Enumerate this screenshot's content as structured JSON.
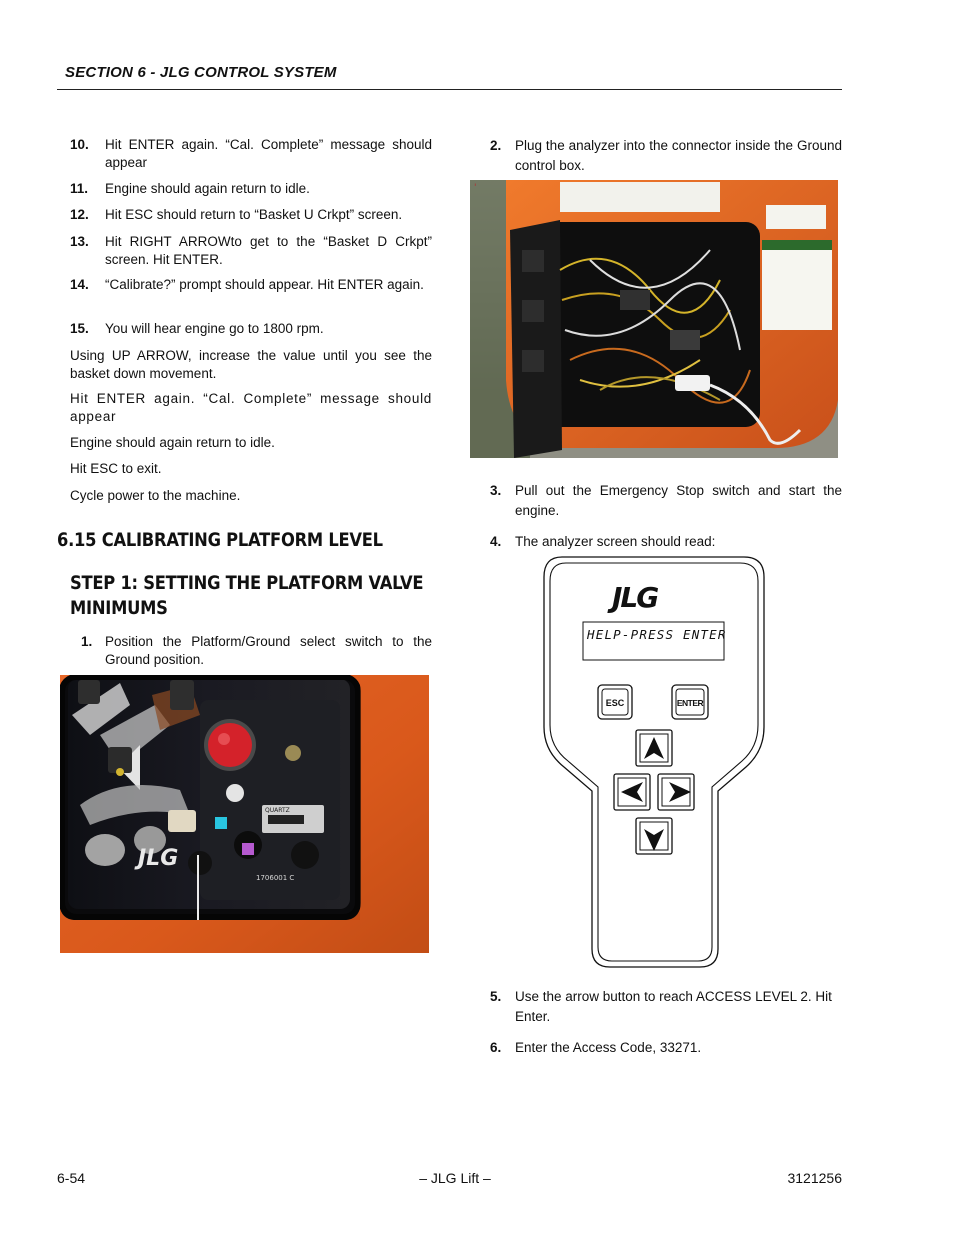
{
  "header": {
    "section": "SECTION 6 - JLG CONTROL SYSTEM"
  },
  "left_steps_a": [
    {
      "num": "10.",
      "text": "Hit ENTER again. “Cal. Complete” message should appear"
    },
    {
      "num": "11.",
      "text": "Engine should again return to idle."
    },
    {
      "num": "12.",
      "text": "Hit ESC should return to “Basket U Crkpt” screen."
    },
    {
      "num": "13.",
      "text": "Hit RIGHT ARROWto get to the “Basket D Crkpt” screen. Hit ENTER."
    },
    {
      "num": "14.",
      "text": "“Calibrate?” prompt should appear. Hit ENTER again."
    },
    {
      "num": "15.",
      "text": "You will hear engine go to 1800 rpm."
    }
  ],
  "paragraphs": [
    "Using UP ARROW, increase the value until you see the basket down movement.",
    "Hit ENTER again. “Cal. Complete” message should appear",
    "Engine should again return to idle.",
    "Hit ESC to exit.",
    "Cycle power to the machine."
  ],
  "section_heading": "6.15 CALIBRATING PLATFORM LEVEL",
  "step_heading": "STEP 1: SETTING THE PLATFORM VALVE MINIMUMS",
  "left_steps_b": [
    {
      "num": "1.",
      "text": "Position the Platform/Ground select switch to the Ground position."
    }
  ],
  "right_steps": [
    {
      "num": "2.",
      "text": "Plug the analyzer into the connector inside the Ground control box."
    },
    {
      "num": "3.",
      "text": "Pull out the Emergency Stop switch and start the engine."
    },
    {
      "num": "4.",
      "text": "The analyzer screen should read:"
    },
    {
      "num": "5.",
      "text": "Use the arrow button to reach ACCESS LEVEL 2. Hit Enter."
    },
    {
      "num": "6.",
      "text": "Enter the Access Code, 33271."
    }
  ],
  "analyzer": {
    "logo": "JLG",
    "screen_text": "HELP-PRESS ENTER",
    "esc_label": "ESC",
    "enter_label": "ENTER"
  },
  "control_panel_photo": {
    "logo": "JLG",
    "part_no": "1706001 C",
    "hourmeter_label": "QUARTZ"
  },
  "footer": {
    "page": "6-54",
    "center": "– JLG Lift –",
    "doc_no": "3121256"
  },
  "colors": {
    "accent_orange": "#e0601c",
    "text": "#111111"
  }
}
